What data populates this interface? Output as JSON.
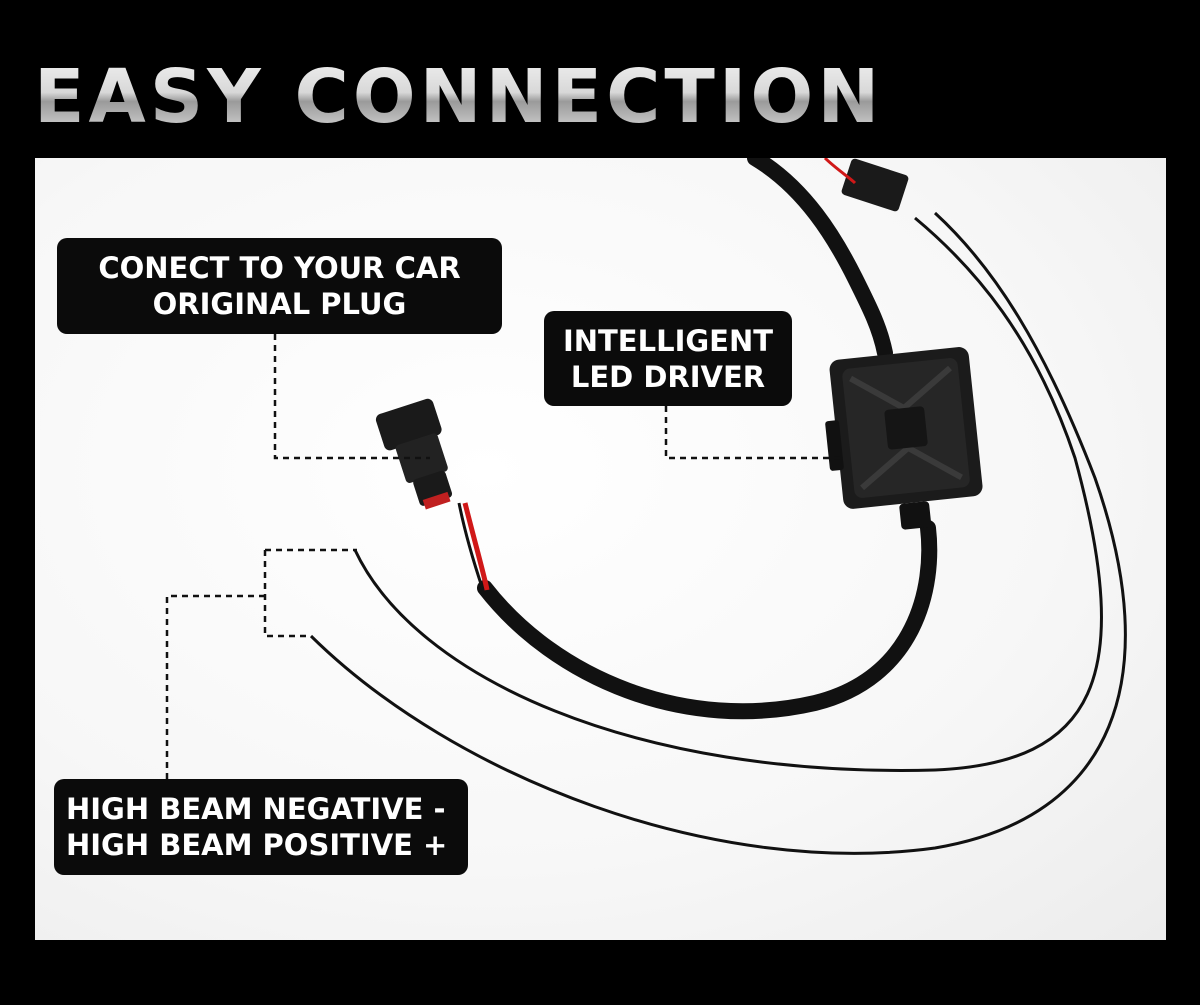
{
  "title": "EASY CONNECTION",
  "labels": {
    "plug": [
      "CONECT TO YOUR CAR",
      "ORIGINAL PLUG"
    ],
    "driver": [
      "INTELLIGENT",
      "LED DRIVER"
    ],
    "beam": [
      "HIGH BEAM NEGATIVE -",
      "HIGH BEAM POSITIVE +"
    ]
  },
  "colors": {
    "background": "#000000",
    "photo_bg": "#f7f7f7",
    "label_bg": "#0b0b0b",
    "label_text": "#ffffff",
    "wire": "#111111",
    "red_wire": "#d01818"
  }
}
